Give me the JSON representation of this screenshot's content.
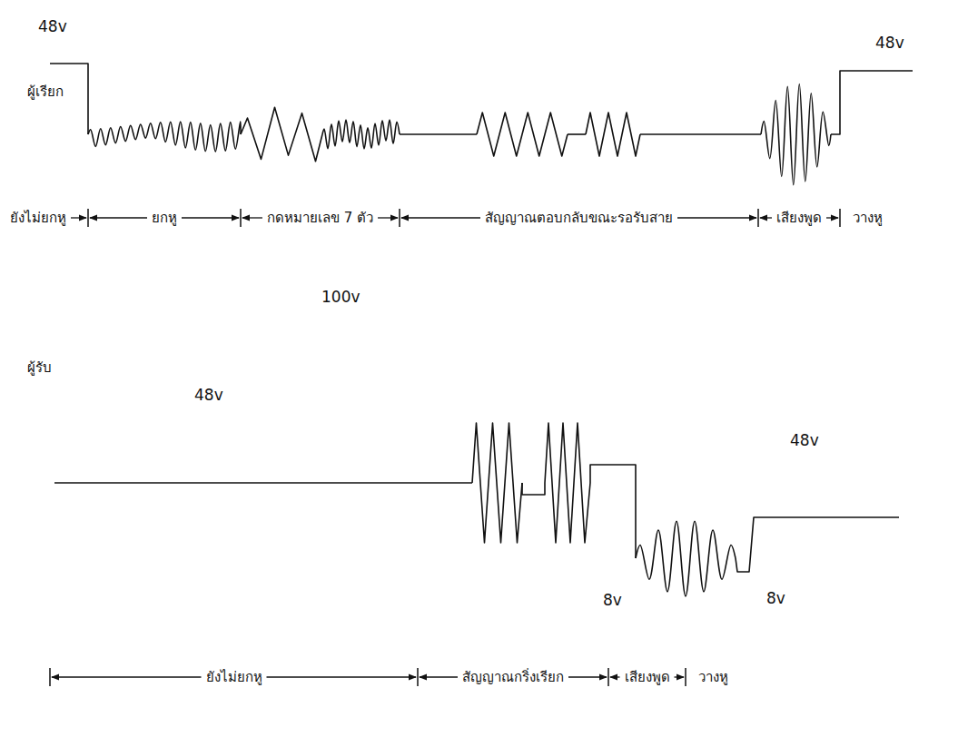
{
  "diagram": {
    "labels": [
      "48v",
      "ผู้เรียก",
      "48v",
      "ยังไม่ยกหู",
      "ยกหู",
      "กดหมายเลข 7 ตัว",
      "สัญญาณตอบกลับขณะรอรับสาย",
      "เสียงพูด",
      "วางหู",
      "100v",
      "ผู้รับ",
      "48v",
      "48v",
      "8v",
      "8v",
      "ยังไม่ยกหู",
      "สัญญาณกริ่งเรียก",
      "เสียงพูด",
      "วางหู"
    ]
  }
}
